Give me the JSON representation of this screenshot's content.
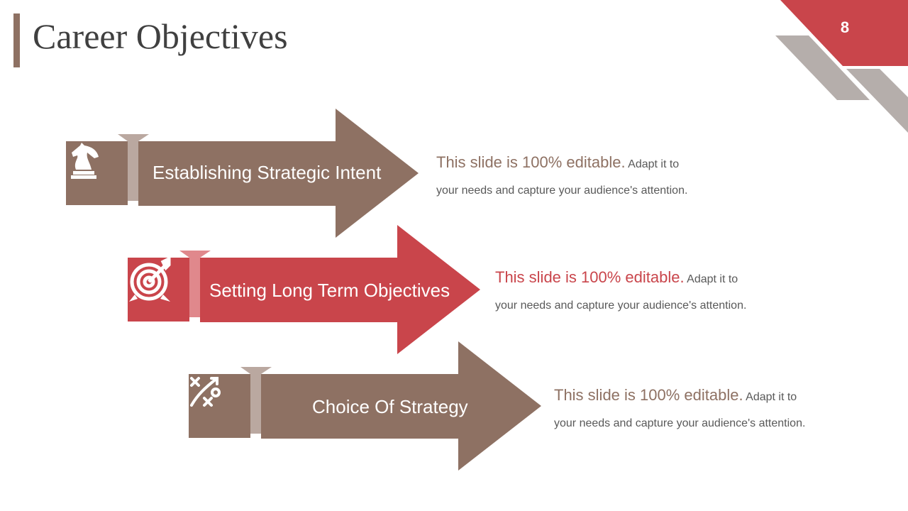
{
  "title": "Career Objectives",
  "page_number": "8",
  "colors": {
    "brown": "#8e7163",
    "red": "#c9454b",
    "light_brown": "#baa8a0",
    "light_red": "#e0888c",
    "gray": "#b5aeab"
  },
  "items": [
    {
      "label": "Establishing Strategic Intent",
      "icon": "chess-knight-icon",
      "highlight": "This slide is 100% editable.",
      "text1": " Adapt it to",
      "text2": "your needs and capture your audience's attention."
    },
    {
      "label": "Setting Long Term Objectives",
      "icon": "target-icon",
      "highlight": "This slide is 100% editable.",
      "text1": " Adapt it to",
      "text2": "your needs and capture your audience's attention."
    },
    {
      "label": "Choice Of Strategy",
      "icon": "strategy-icon",
      "highlight": "This slide is 100% editable.",
      "text1": " Adapt it to",
      "text2": "your needs and capture your audience's attention."
    }
  ]
}
